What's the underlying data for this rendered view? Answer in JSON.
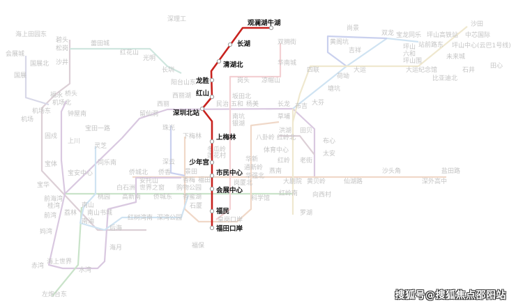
{
  "highlighted_line": {
    "color": "#c8221e",
    "stations": [
      "观澜湖牛湖",
      "长湖",
      "清湖北",
      "龙胜",
      "红山",
      "深圳北站",
      "上梅林",
      "少年宫",
      "市民中心",
      "会展中心",
      "福民",
      "福田口岸"
    ]
  },
  "background_stations": [
    "海上田园东",
    "会展城",
    "国展北",
    "国展",
    "碧头",
    "松岗",
    "沙井",
    "蕾田城",
    "红花山",
    "光明",
    "深理工",
    "长圳",
    "阳台山东",
    "西丽湖",
    "西丽",
    "留仙洞",
    "福永",
    "桥头",
    "机场北",
    "机场东",
    "机场",
    "钟屋南",
    "宝田一路",
    "固戍",
    "上川",
    "灵芝",
    "同乐南",
    "宝体",
    "宝安中心",
    "宝华",
    "珠光",
    "深云",
    "侨城北",
    "侨香",
    "安托山",
    "白石洲",
    "世界之窗",
    "高新南",
    "侨城东",
    "前海湾",
    "桂湾",
    "南山",
    "南山书城",
    "荔林",
    "前湾",
    "南油",
    "红树湾南",
    "深湾公园",
    "后海",
    "妈湾",
    "海月",
    "海上世界",
    "赤湾",
    "水湾",
    "左炮台东",
    "桃园",
    "双拥街",
    "华南城",
    "岗头",
    "凉帽山",
    "坂田北",
    "民治",
    "五和",
    "杨美",
    "长龙",
    "南坑",
    "银湖",
    "草埔",
    "洪湖",
    "下梅林",
    "八卦岭",
    "红岭北",
    "冬瓜岭",
    "莲花村",
    "体育中心",
    "华新",
    "红岭",
    "通新岭",
    "华强北",
    "燕南",
    "岗厦北",
    "景田",
    "香梅",
    "购物公园",
    "福田",
    "香蜜湖",
    "石厦",
    "科学馆",
    "皇岗口岸",
    "福保",
    "尚景",
    "双龙",
    "黄阁坑",
    "吉祥",
    "宝龙同乐",
    "坪山高铁站",
    "中芯国际",
    "沙田",
    "坪山",
    "六和",
    "坪山围",
    "站前路东",
    "坪山中心(云巴1号线)",
    "未来城",
    "田心",
    "石井",
    "比亚迪北",
    "大运纪念馆",
    "大运",
    "荷坳",
    "四联",
    "塘坑",
    "大芬",
    "布吉",
    "田贝",
    "布心",
    "太安",
    "老街",
    "沙头角",
    "盐田路",
    "深外高中",
    "仙湖路",
    "大剧院",
    "黄贝岭",
    "向西村",
    "红岭南",
    "罗湖"
  ],
  "line_colors": [
    "#d9c8e0",
    "#c9e3c9",
    "#f0d8c8",
    "#cfe3f2",
    "#c9d0ee",
    "#efe8cf",
    "#dccfd6",
    "#d8d8e8",
    "#cfe6df",
    "#f3d0d3"
  ],
  "watermark": "搜狐号@搜狐焦点邵阳站"
}
